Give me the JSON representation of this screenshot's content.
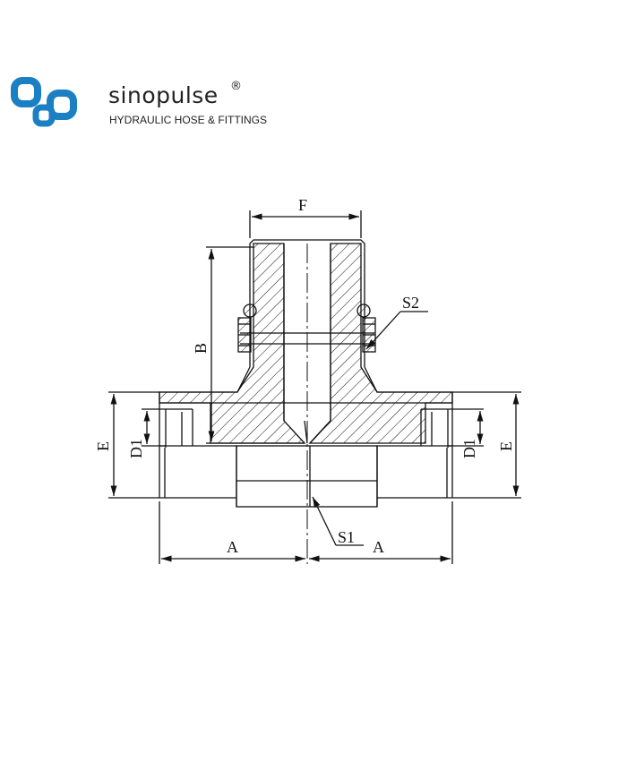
{
  "brand": {
    "name": "sinopulse",
    "registered_mark": "®",
    "tagline": "HYDRAULIC HOSE & FITTINGS",
    "logo_color": "#1b7fc4",
    "logo_icon": "linked-squares-logo"
  },
  "drawing": {
    "labels": {
      "f": "F",
      "b": "B",
      "s2": "S2",
      "e_left": "E",
      "e_right": "E",
      "d1_left": "D1",
      "d1_right": "D1",
      "s1": "S1",
      "a_left": "A",
      "a_right": "A"
    },
    "line_color": "#111111"
  }
}
